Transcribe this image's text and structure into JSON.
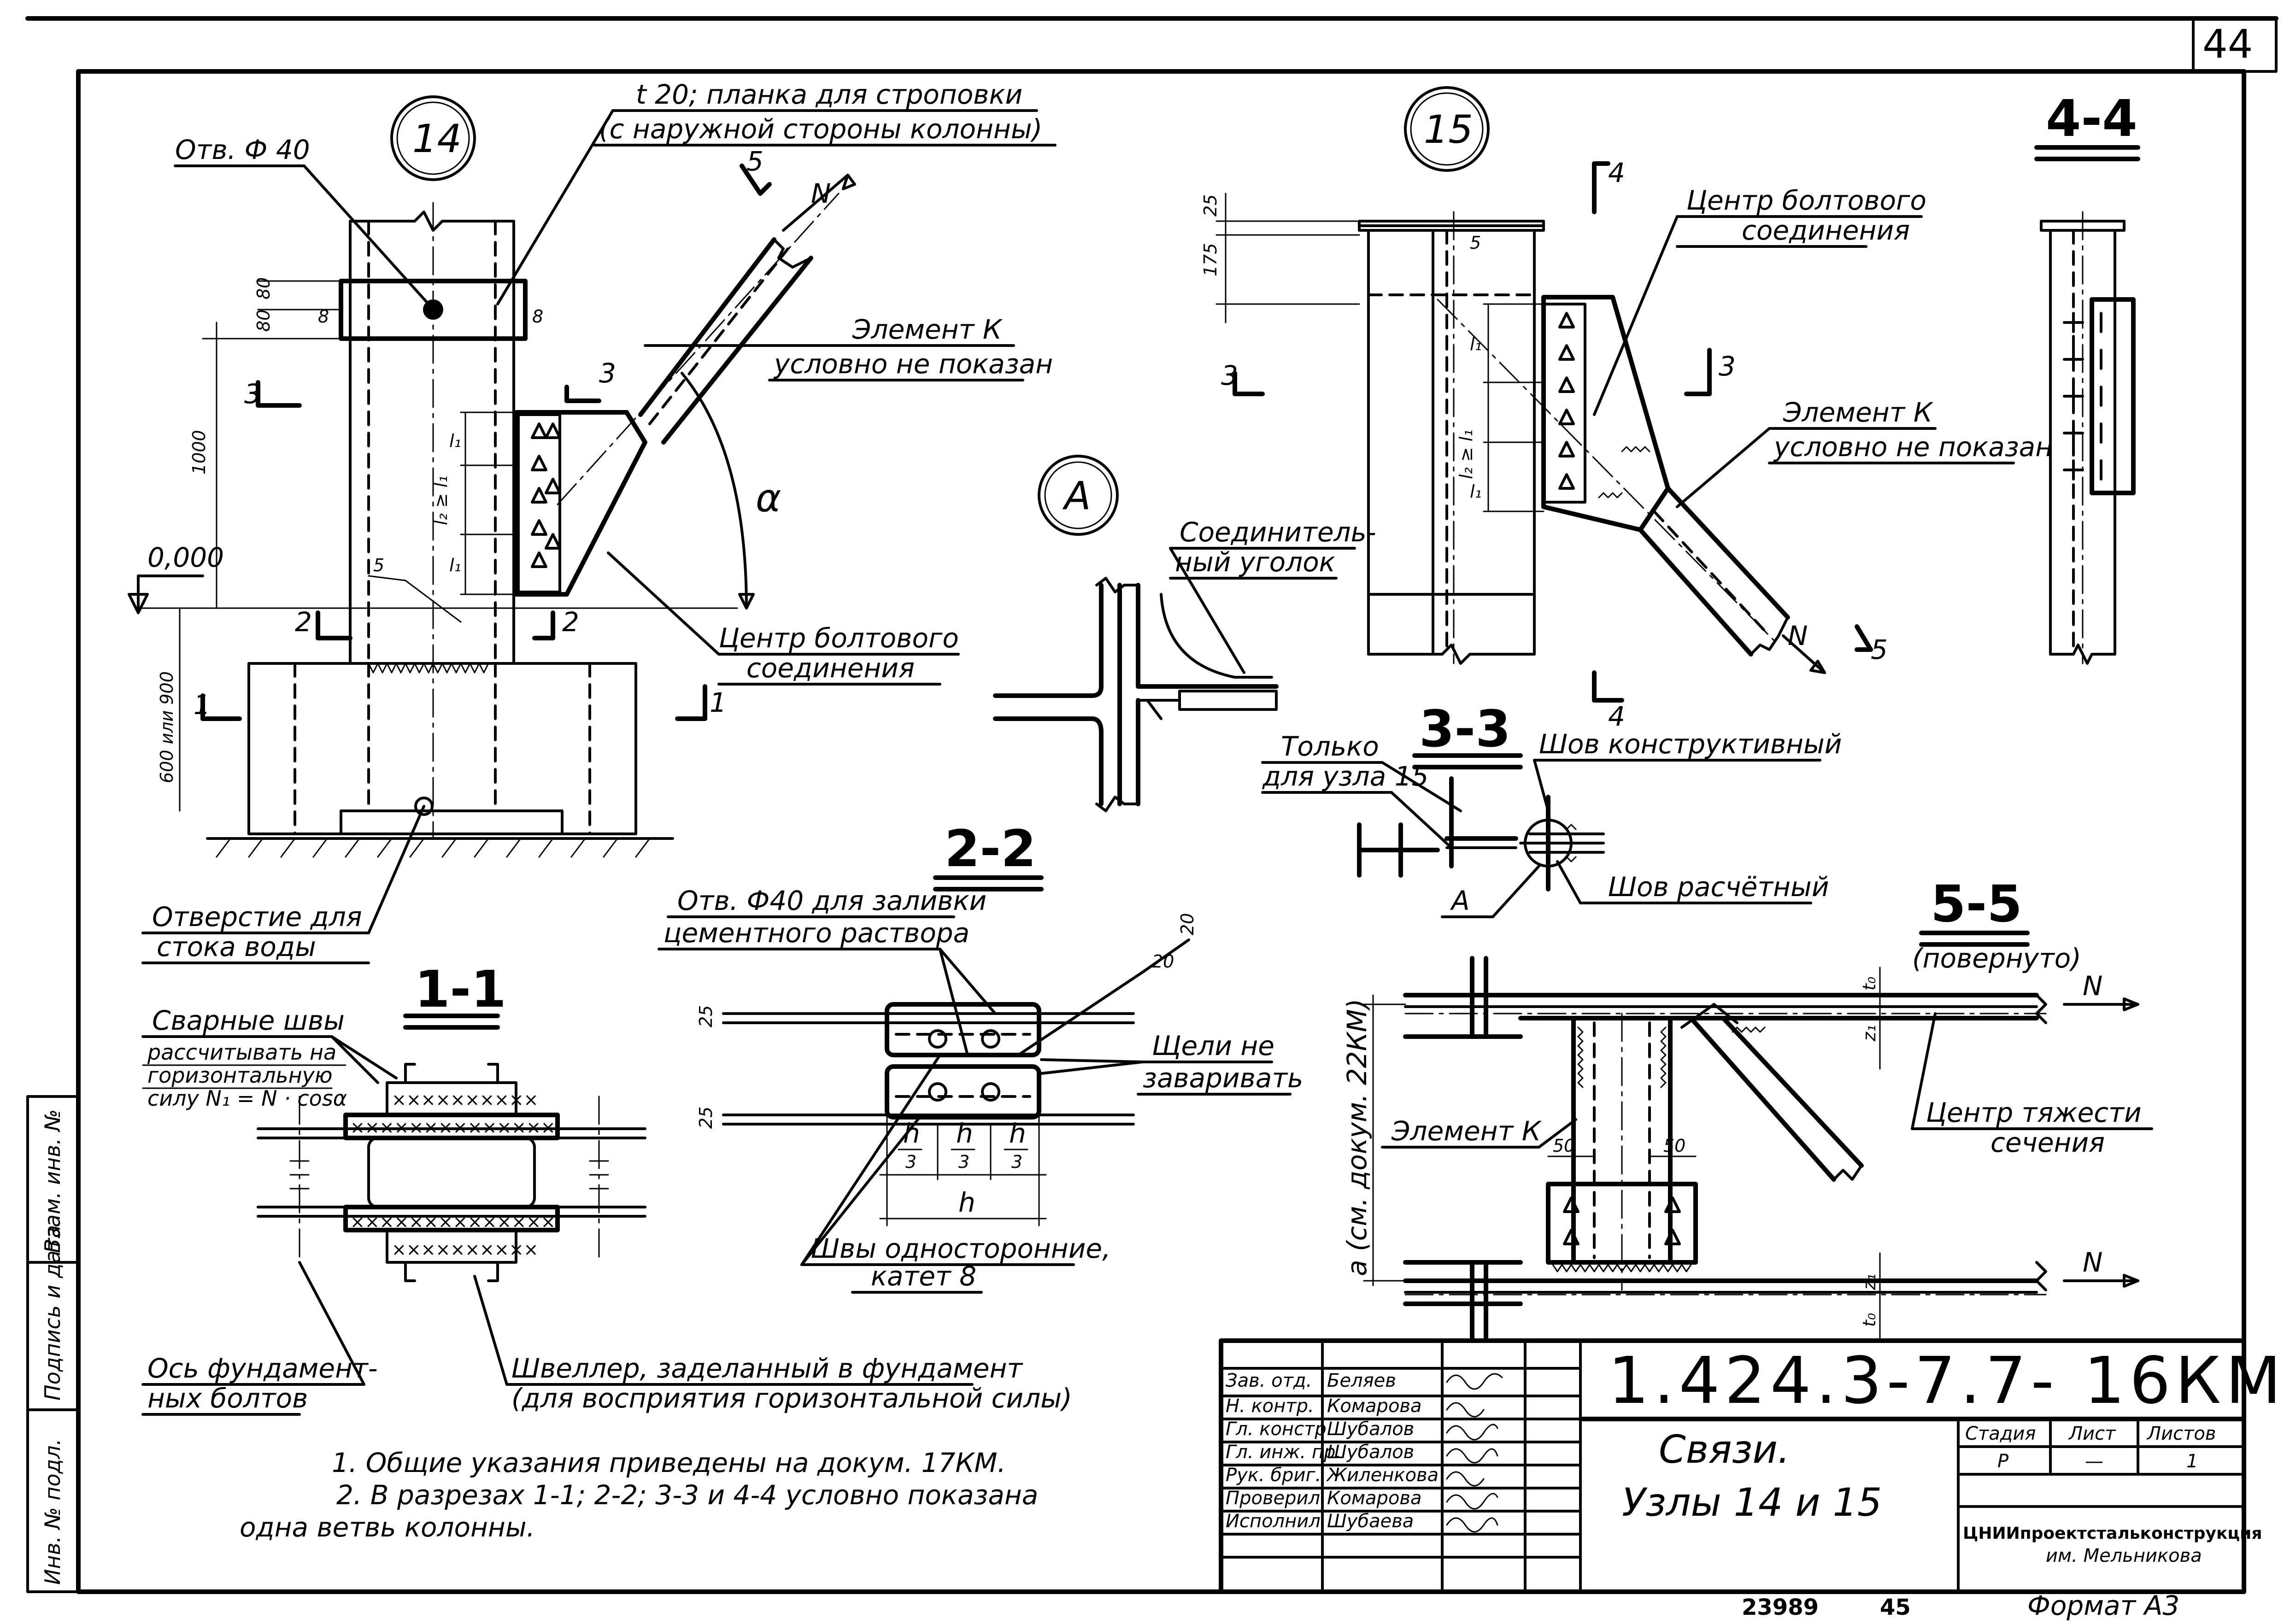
{
  "sheet": {
    "page_no": "44",
    "archive_no": "23989",
    "print_no": "45",
    "format": "Формат А3"
  },
  "node14": {
    "marker": "14",
    "hole": "Отв. Ф 40",
    "strap_line1": "t 20; планка для строповки",
    "strap_line2": "(с наружной стороны колонны)",
    "element_k_line1": "Элемент К",
    "element_k_line2": "условно не показан",
    "bolt_center_line1": "Центр болтового",
    "bolt_center_line2": "соединения",
    "drain_line1": "Отверстие для",
    "drain_line2": "стока воды",
    "elev": "0,000",
    "alpha": "α",
    "force": "N",
    "dims": {
      "d80a": "80",
      "d80b": "80",
      "d8a": "8",
      "d8b": "8",
      "d1000": "1000",
      "d900": "600 или 900",
      "l1a": "l₁",
      "l2": "l₂ ≥ l₁",
      "l1b": "l₁",
      "weld": "5"
    },
    "cuts": {
      "c1": "1",
      "c2": "2",
      "c3": "3",
      "c5": "5"
    }
  },
  "nodeA": {
    "marker": "А",
    "label_line1": "Соединитель-",
    "label_line2": "ный уголок"
  },
  "node15": {
    "marker": "15",
    "bolt_center_line1": "Центр болтового",
    "bolt_center_line2": "соединения",
    "element_k_line1": "Элемент К",
    "element_k_line2": "условно не показан",
    "dims": {
      "d25": "25",
      "d175": "175",
      "l1a": "l₁",
      "l2": "l₂ ≥ l₁",
      "l1b": "l₁",
      "weld": "5"
    },
    "force": "N",
    "cuts": {
      "c3": "3",
      "c4": "4",
      "c5": "5"
    }
  },
  "sec44": {
    "title": "4-4"
  },
  "sec33": {
    "title": "3-3",
    "only_line1": "Только",
    "only_line2": "для узла 15",
    "weld_constr": "Шов конструктивный",
    "weld_calc": "Шов расчётный",
    "ref": "А"
  },
  "sec22": {
    "title": "2-2",
    "hole_line1": "Отв. Ф40 для заливки",
    "hole_line2": "цементного раствора",
    "weld_frac_top": "20",
    "weld_frac_bot": "20",
    "gaps_line1": "Щели не",
    "gaps_line2": "заваривать",
    "welds_line1": "Швы односторонние,",
    "welds_line2": "катет 8",
    "d25a": "25",
    "d25b": "25",
    "h": "h",
    "h3": "3"
  },
  "sec11": {
    "title": "1-1",
    "welds_line1": "Сварные швы",
    "welds_line2": "рассчитывать на",
    "welds_line3": "горизонтальную",
    "welds_line4": "силу N₁ = N · cosα",
    "axis_line1": "Ось фундамент-",
    "axis_line2": "ных болтов",
    "channel_line1": "Швеллер, заделанный в фундамент",
    "channel_line2": "(для восприятия горизонтальной силы)"
  },
  "sec55": {
    "title": "5-5",
    "subtitle": "(повернуто)",
    "element_k": "Элемент К",
    "cg_line1": "Центр тяжести",
    "cg_line2": "сечения",
    "a_label": "а (см. докум. 22КМ)",
    "d50a": "50",
    "d50b": "50",
    "z1": "z₁",
    "z2": "z₁",
    "t1": "t₀",
    "t2": "t₀",
    "force": "N"
  },
  "notes": {
    "n1": "1. Общие указания приведены на докум. 17КМ.",
    "n2": "2. В разрезах 1-1; 2-2; 3-3 и 4-4 условно показана",
    "n3": "одна ветвь колонны."
  },
  "side_stamp": {
    "c1": "Инв. № подл.",
    "c2": "Подпись и дата",
    "c3": "Взам. инв. №"
  },
  "title_block": {
    "code": "1.424.3-7.7- 16КМ",
    "title_line1": "Связи.",
    "title_line2": "Узлы 14 и 15",
    "stage_h": "Стадия",
    "sheet_h": "Лист",
    "sheets_h": "Листов",
    "stage": "Р",
    "sheet": "—",
    "sheets": "1",
    "org_line1": "ЦНИИпроектстальконструкция",
    "org_line2": "им. Мельникова",
    "rows": [
      {
        "role": "Зав. отд.",
        "name": "Беляев"
      },
      {
        "role": "Н. контр.",
        "name": "Комарова"
      },
      {
        "role": "Гл. констр.",
        "name": "Шубалов"
      },
      {
        "role": "Гл. инж. пр.",
        "name": "Шубалов"
      },
      {
        "role": "Рук. бриг.",
        "name": "Жиленкова"
      },
      {
        "role": "Проверил",
        "name": "Комарова"
      },
      {
        "role": "Исполнил",
        "name": "Шубаева"
      }
    ]
  }
}
